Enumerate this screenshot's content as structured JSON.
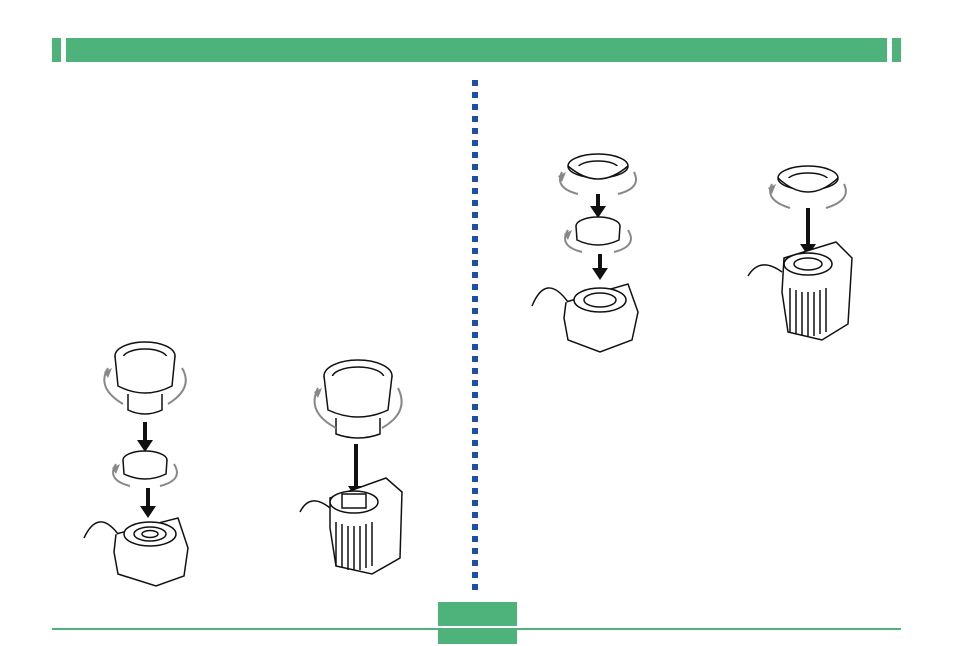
{
  "header": {
    "color": "#4db37a"
  },
  "divider": {
    "color": "#1e4ea6",
    "style": "dotted"
  },
  "footer": {
    "page_number": "",
    "color": "#4db37a"
  },
  "illustrations": [
    {
      "name": "conversion-lens-with-adapter-ring",
      "icon": "lens-adapter-rotate-icon"
    },
    {
      "name": "conversion-lens-direct-mount",
      "icon": "lens-direct-mount-icon"
    },
    {
      "name": "small-lens-with-adapter-ring",
      "icon": "lens-adapter-rotate-icon"
    },
    {
      "name": "small-lens-direct-mount",
      "icon": "lens-direct-mount-icon"
    }
  ]
}
